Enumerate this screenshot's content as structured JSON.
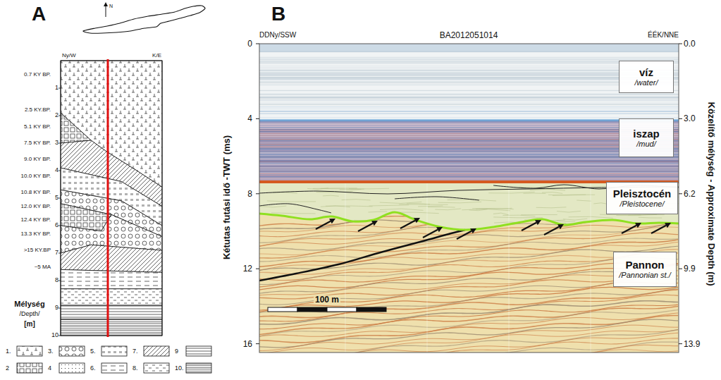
{
  "diagram": {
    "nodes": [
      {
        "text": [
          "víz",
          "/water/"
        ]
      },
      {
        "text": [
          "iszap",
          "/mud/"
        ]
      },
      {
        "text": [
          "Pleisztocén",
          "/Pleistocene/"
        ]
      },
      {
        "text": [
          "Pannon",
          "/Pannonian st./"
        ]
      }
    ],
    "labels": [
      "A",
      "N",
      "Ny/W",
      "K/E",
      "0.7 KY BP.",
      "2.5 KY.BP.",
      "5.1 KY BP.",
      "7.5 KY BP.",
      "9.0 KY BP.",
      "10.0 KY BP.",
      "10.8 KY BP.",
      "12.0 KY BP.",
      "12.4 KY BP.",
      "13.3 KY BP.",
      ">15 KY.BP",
      "~5 MA",
      "1",
      "2",
      "3",
      "4",
      "5",
      "6",
      "7",
      "8",
      "9",
      "10",
      "Mélység",
      "/Depth/",
      "[m]",
      "B",
      "DDNy/SSW",
      "BA2012051014",
      "ÉÉK/NNE",
      "Kétutas futási idő -TWT (ms)",
      "0",
      "4",
      "8",
      "12",
      "16",
      "Közelítő mélység - Approximate Depth (m)",
      "0.0",
      "3.0",
      "6.2",
      "9.9",
      "13.9",
      "100 m"
    ],
    "legend": [
      {
        "text": "1."
      },
      {
        "text": "2"
      },
      {
        "text": "3."
      },
      {
        "text": "4"
      },
      {
        "text": "5."
      },
      {
        "text": "6."
      },
      {
        "text": "7."
      },
      {
        "text": "8."
      },
      {
        "text": "9"
      },
      {
        "text": "10."
      }
    ]
  }
}
